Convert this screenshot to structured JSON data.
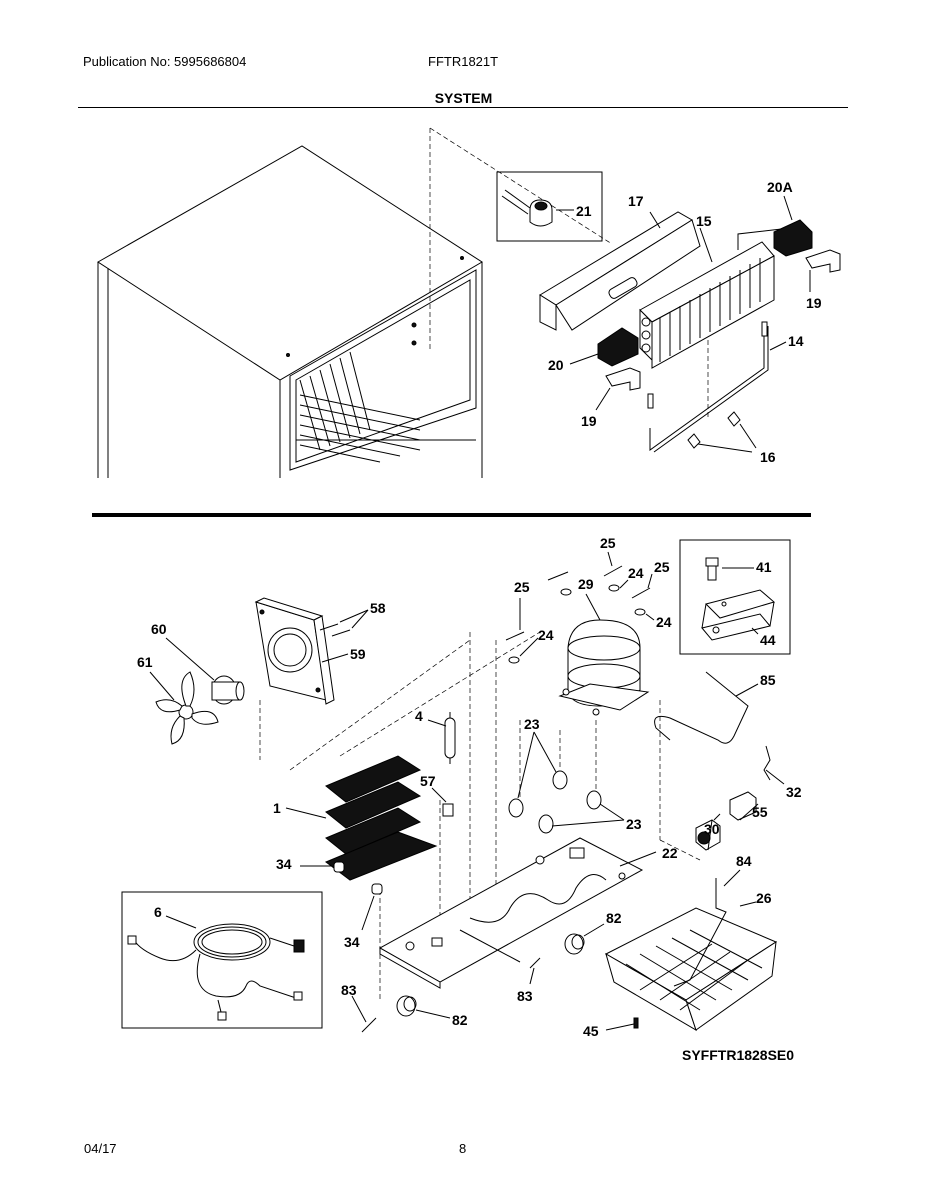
{
  "header": {
    "publication": "Publication No: 5995686804",
    "model": "FFTR1821T",
    "section_title": "SYSTEM"
  },
  "footer": {
    "date": "04/17",
    "page_number": "8"
  },
  "diagram": {
    "code": "SYFFTR1828SE0",
    "callouts": {
      "c21": "21",
      "c17": "17",
      "c15": "15",
      "c20A": "20A",
      "c19a": "19",
      "c14": "14",
      "c20": "20",
      "c19b": "19",
      "c16": "16",
      "c25a": "25",
      "c25b": "25",
      "c25c": "25",
      "c29": "29",
      "c24a": "24",
      "c24b": "24",
      "c24c": "24",
      "c41": "41",
      "c44": "44",
      "c58": "58",
      "c60": "60",
      "c59": "59",
      "c61": "61",
      "c85": "85",
      "c4": "4",
      "c23a": "23",
      "c23b": "23",
      "c57": "57",
      "c1": "1",
      "c32": "32",
      "c55": "55",
      "c30": "30",
      "c22": "22",
      "c34a": "34",
      "c34b": "34",
      "c84": "84",
      "c6": "6",
      "c26": "26",
      "c82a": "82",
      "c83a": "83",
      "c83b": "83",
      "c82b": "82",
      "c45": "45"
    }
  }
}
